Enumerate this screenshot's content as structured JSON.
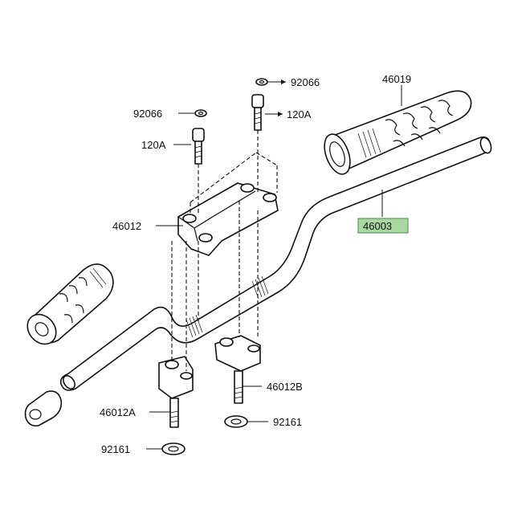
{
  "colors": {
    "ink": "#111111",
    "background": "#ffffff",
    "highlight_fill": "#a8d8a0",
    "highlight_stroke": "#4a8a4a"
  },
  "callouts": {
    "washer_top": "92066",
    "bolt_top": "120A",
    "washer_left": "92066",
    "bolt_left": "120A",
    "upper_clamp": "46012",
    "right_grip": "46019",
    "handlebar": "46003",
    "lower_holder_left": "46012A",
    "lower_holder_right": "46012B",
    "spacer_left": "92161",
    "spacer_right": "92161"
  },
  "highlighted_part": "46003"
}
